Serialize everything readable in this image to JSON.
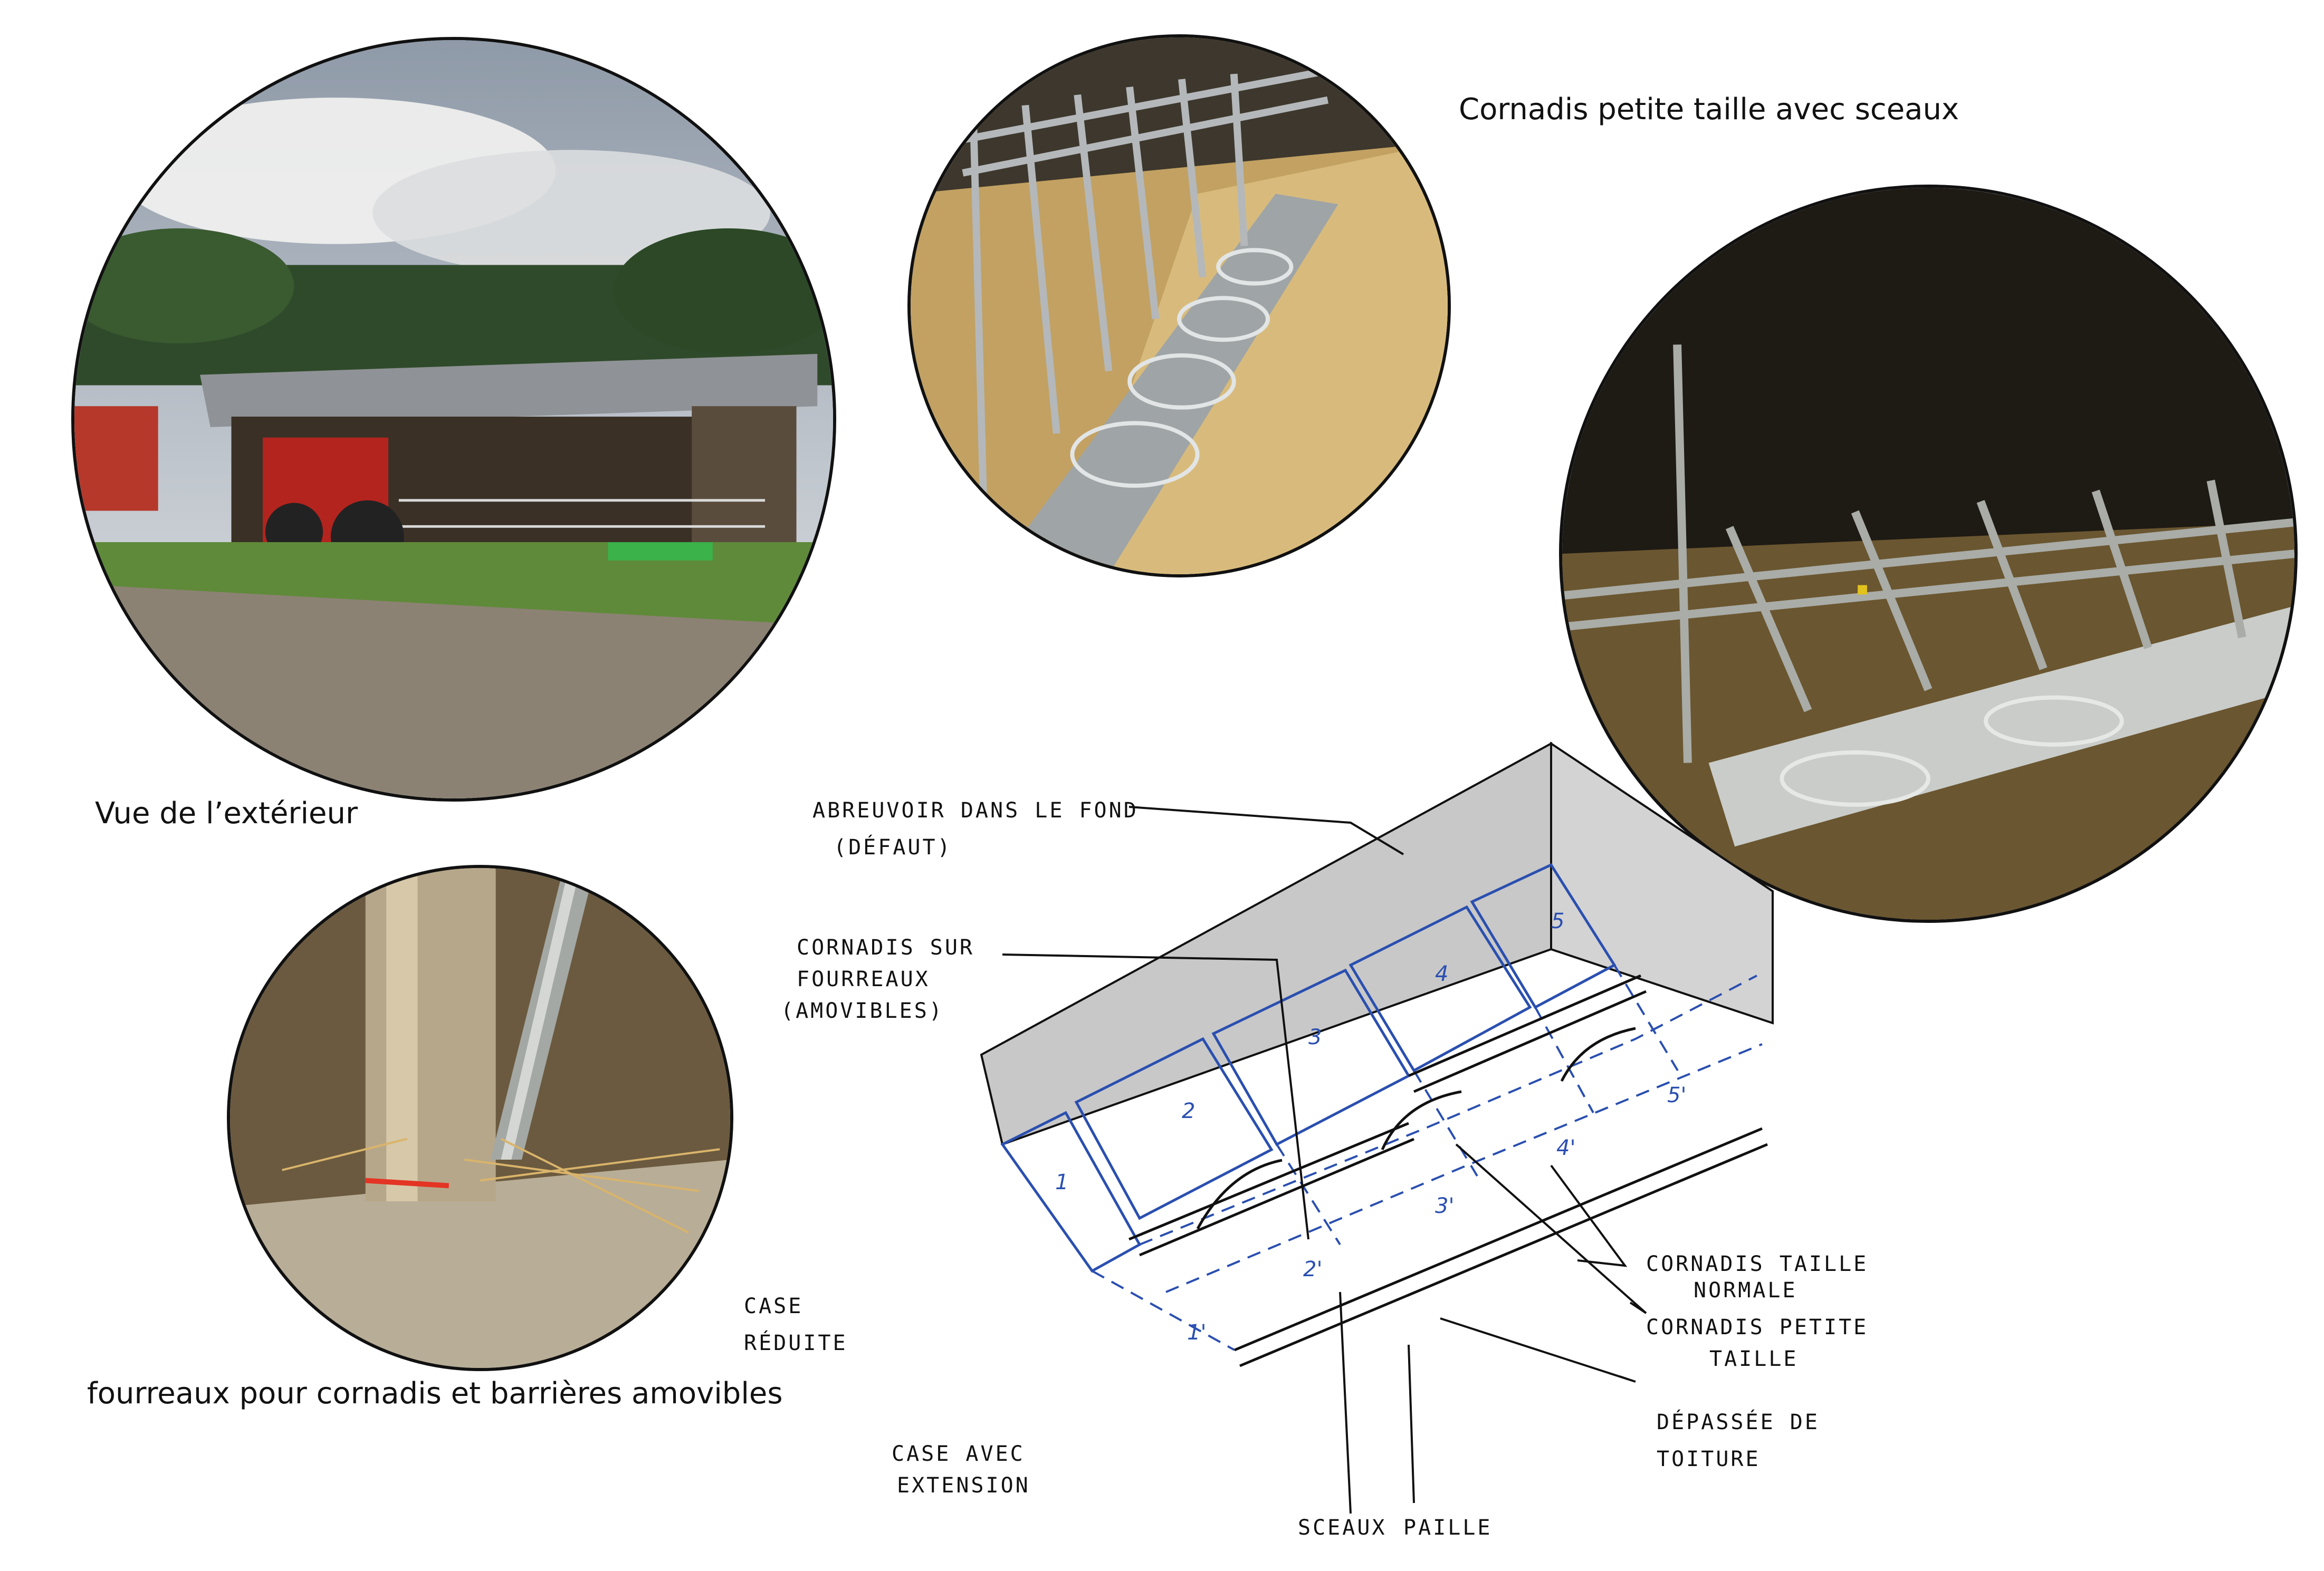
{
  "captions": {
    "exterior": "Vue de l’extérieur",
    "small_headlocks": "Cornadis petite taille avec sceaux",
    "sleeves": "fourreaux pour cornadis et barrières amovibles"
  },
  "sketch": {
    "annotations": {
      "drinker": "ABREUVOIR DANS LE FOND",
      "drinker_sub": "(DÉFAUT)",
      "headlocks_on_sleeves_1": "CORNADIS SUR",
      "headlocks_on_sleeves_2": "FOURREAUX",
      "headlocks_on_sleeves_3": "(AMOVIBLES)",
      "normal_headlocks_1": "CORNADIS TAILLE",
      "normal_headlocks_2": "NORMALE",
      "small_headlocks_1": "CORNADIS PETITE",
      "small_headlocks_2": "TAILLE",
      "roof_overhang_1": "DÉPASSÉE DE",
      "roof_overhang_2": "TOITURE",
      "reduced_pen_1": "CASE",
      "reduced_pen_2": "RÉDUITE",
      "extended_pen_1": "CASE AVEC",
      "extended_pen_2": "EXTENSION",
      "buckets": "SCEAUX",
      "straw": "PAILLE"
    },
    "pens": [
      "1",
      "2",
      "3",
      "4",
      "5"
    ],
    "extensions": [
      "1'",
      "2'",
      "3'",
      "4'",
      "5'"
    ]
  },
  "colors": {
    "sketch_blue": "#2a4fb0",
    "wall_grey": "#c8c8c8"
  }
}
